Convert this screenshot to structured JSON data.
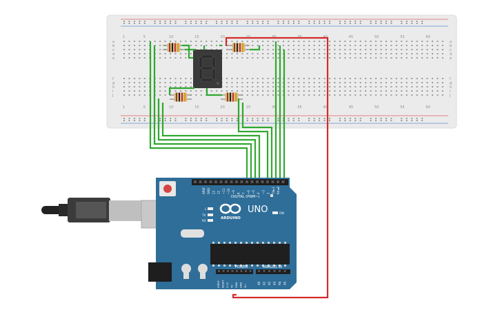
{
  "breadboard": {
    "col_numbers_top": [
      "1",
      "5",
      "10",
      "15",
      "20",
      "25",
      "30",
      "35",
      "40",
      "45",
      "50",
      "55",
      "60"
    ],
    "col_numbers_bottom": [
      "1",
      "5",
      "10",
      "15",
      "20",
      "25",
      "30",
      "35",
      "40",
      "45",
      "50",
      "55",
      "60"
    ],
    "row_letters_top": [
      "a",
      "b",
      "c",
      "d",
      "e"
    ],
    "row_letters_bottom": [
      "f",
      "g",
      "h",
      "i",
      "j"
    ]
  },
  "seven_segment": {
    "digit": "8",
    "segment_color": "#2b2b2b",
    "body_color": "#3a3a3a"
  },
  "arduino": {
    "board_color": "#2f6e99",
    "logo_text": "ARDUINO",
    "model_text": "UNO",
    "digital_label": "DIGITAL (PWM~)",
    "power_label": "POWER",
    "analog_label": "ANALOG IN",
    "on_label": "ON",
    "tx_label": "TX",
    "rx_label": "RX",
    "l_label": "L",
    "digital_pins": [
      "AREF",
      "GND",
      "13",
      "12",
      "~11",
      "~10",
      "~9",
      "8",
      "7",
      "~6",
      "~5",
      "4",
      "~3",
      "2",
      "TX►1",
      "RX◄0"
    ],
    "power_pins": [
      "IOREF",
      "RESET",
      "3.3V",
      "5V",
      "GND",
      "GND",
      "Vin"
    ],
    "analog_pins": [
      "A0",
      "A1",
      "A2",
      "A3",
      "A4",
      "A5"
    ]
  },
  "colors": {
    "wire_green": "#2fa82f",
    "wire_red": "#d42a2a",
    "breadboard": "#ebebeb",
    "rail_red": "#e06060",
    "rail_blue": "#6a8fd0"
  }
}
